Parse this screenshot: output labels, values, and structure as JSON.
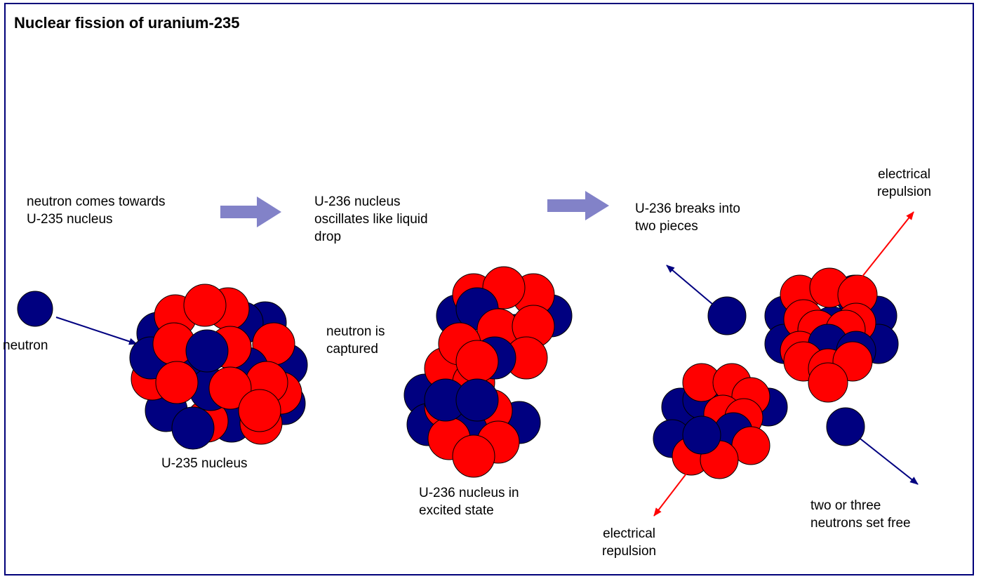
{
  "title": "Nuclear fission of uranium-235",
  "colors": {
    "border": "#00007a",
    "neutron": "#000080",
    "proton": "#ff0000",
    "process_arrow": "#8282c8",
    "neutron_path": "#000080",
    "repulsion_arrow": "#ff0000"
  },
  "icons": {
    "process_arrow": "block-arrow-right-icon"
  },
  "labels": {
    "neutron_approach": "neutron comes towards\nU-235 nucleus",
    "oscillation": "U-236 nucleus\noscillates like liquid\ndrop",
    "breakup": "U-236 breaks into\ntwo pieces",
    "repulsion_top": "electrical\nrepulsion",
    "neutron": "neutron",
    "captured": "neutron is\ncaptured",
    "u235_nucleus": "U-235 nucleus",
    "u236_excited": "U-236 nucleus in\nexcited state",
    "repulsion_bottom": "electrical\nrepulsion",
    "neutrons_free": "two or three\nneutrons set free"
  }
}
